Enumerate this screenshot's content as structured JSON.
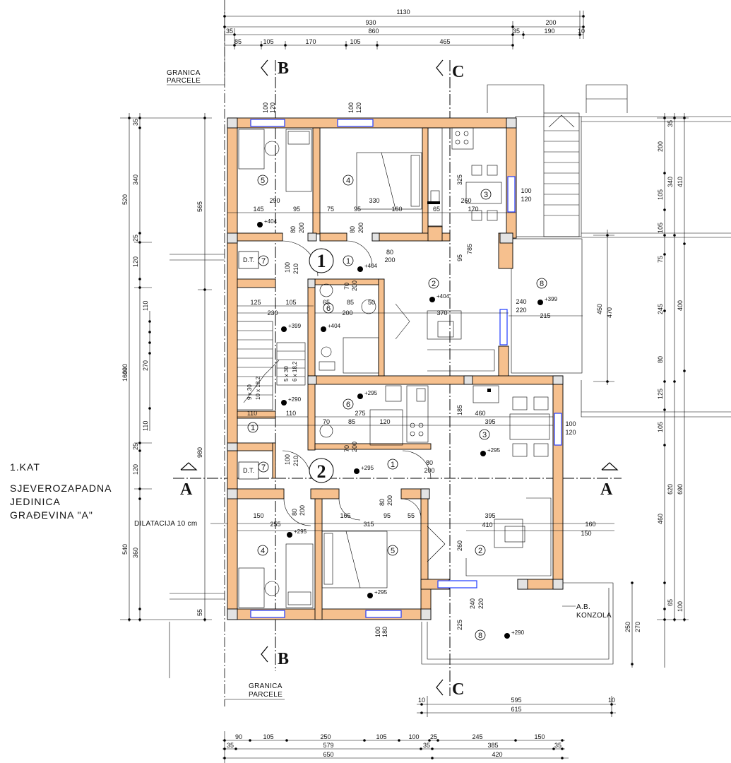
{
  "title_block": {
    "floor": "1.KAT",
    "line1": "SJEVEROZAPADNA",
    "line2": "JEDINICA",
    "line3": "GRAĐEVINA \"A\""
  },
  "notes": {
    "parcel_top_1": "GRANICA",
    "parcel_top_2": "PARCELE",
    "parcel_bottom_1": "GRANICA",
    "parcel_bottom_2": "PARCELE",
    "dilatation": "DILATACIJA 10 cm",
    "konzola_1": "A.B.",
    "konzola_2": "KONZOLA"
  },
  "section_axes": {
    "a": "A",
    "b": "B",
    "c": "C"
  },
  "units": {
    "u1": "1",
    "u2": "2"
  },
  "rooms": {
    "r5_top": "5",
    "r4_top": "4",
    "r3_top": "3",
    "r7_top": "7",
    "r1_top": "1",
    "r2_top": "2",
    "r6_top": "6",
    "r8_top": "8",
    "r1_stair": "1",
    "r6_mid": "6",
    "r3_mid": "3",
    "r7_bot": "7",
    "r1_bot": "1",
    "r4_bot": "4",
    "r5_bot": "5",
    "r2_bot": "2",
    "r8_bot": "8"
  },
  "labels": {
    "dt1": "D.T.",
    "dt2": "D.T."
  },
  "elevations": {
    "e1": "+404",
    "e2": "+404",
    "e3": "+404",
    "e4": "+399",
    "e5": "+404",
    "e6": "+399",
    "e7": "+295",
    "e8": "+290",
    "e9": "+295",
    "e10": "+295",
    "e11": "+295",
    "e12": "+295",
    "e13": "+290"
  },
  "dims_top": {
    "t1": "1130",
    "t2a": "930",
    "t2b": "200",
    "t3a": "35",
    "t3b": "860",
    "t3c": "35",
    "t3d": "190",
    "t3e": "10",
    "t4a": "85",
    "t4b": "105",
    "t4c": "170",
    "t4d": "105",
    "t4e": "465"
  },
  "dims_bottom": {
    "b1a": "90",
    "b1b": "105",
    "b1c": "250",
    "b1d": "105",
    "b1e": "100",
    "b1f": "25",
    "b1g": "245",
    "b1h": "150",
    "b2a": "35",
    "b2b": "579",
    "b2c": "35",
    "b2d": "385",
    "b2e": "35",
    "b3a": "650",
    "b3b": "420",
    "bk1": "10",
    "bk2": "595",
    "bk3": "10",
    "bk4": "615"
  },
  "dims_left": {
    "l1": "1600",
    "l2": "520",
    "l3": "540",
    "l4": "565",
    "l5": "980",
    "l6": "340",
    "l7": "120",
    "l8": "490",
    "l9": "270",
    "l10": "110",
    "l11": "110",
    "l12": "120",
    "l13": "360",
    "l14": "55",
    "l15": "35",
    "l16": "25",
    "l17": "25"
  },
  "dims_right": {
    "r1": "200",
    "r2": "340",
    "r3": "410",
    "r4": "105",
    "r5": "105",
    "r6": "75",
    "r7": "245",
    "r8": "400",
    "r9": "450",
    "r10": "470",
    "r11": "80",
    "r12": "125",
    "r13": "105",
    "r14": "620",
    "r15": "690",
    "r16": "460",
    "r17": "65",
    "r18": "100",
    "r19": "250",
    "r20": "270",
    "r21": "35"
  },
  "dims_inner": {
    "i1": "145",
    "i2": "290",
    "i3": "95",
    "i4": "75",
    "i5": "95",
    "i6": "330",
    "i7": "160",
    "i8": "65",
    "i9": "260",
    "i10": "170",
    "i11": "80",
    "i12": "200",
    "i13": "80",
    "i14": "200",
    "i15": "80",
    "i16": "200",
    "i17": "100",
    "i18": "210",
    "i19": "70",
    "i20": "200",
    "i21": "125",
    "i22": "105",
    "i23": "230",
    "i24": "65",
    "i25": "85",
    "i26": "50",
    "i27": "200",
    "i28": "370",
    "i29": "240",
    "i30": "220",
    "i31": "215",
    "i32": "100",
    "i33": "120",
    "i34": "325",
    "i35": "95",
    "i36": "785",
    "i37": "275",
    "i38": "120",
    "i39": "460",
    "i40": "395",
    "i41": "100",
    "i42": "120",
    "i43": "70",
    "i44": "85",
    "i45": "70",
    "i46": "200",
    "i47": "110",
    "i48": "110",
    "i49": "80",
    "i50": "200",
    "i51": "100",
    "i52": "210",
    "i53": "80",
    "i54": "200",
    "i55": "80",
    "i56": "200",
    "i57": "150",
    "i58": "255",
    "i59": "165",
    "i60": "315",
    "i61": "95",
    "i62": "55",
    "i63": "395",
    "i64": "410",
    "i65": "160",
    "i66": "150",
    "i67": "260",
    "i68": "240",
    "i69": "220",
    "i70": "225",
    "i71": "100",
    "i72": "180",
    "i73": "185",
    "i74": "100",
    "i75": "120",
    "i76": "100",
    "i77": "120"
  },
  "stair": {
    "s1": "9 x 30",
    "s2": "10 x 18,2",
    "s3": "5 x 30",
    "s4": "6 x 18,2"
  },
  "colors": {
    "wall": "#f6c08e",
    "wall_line": "#000000",
    "window": "#1f3bff"
  }
}
